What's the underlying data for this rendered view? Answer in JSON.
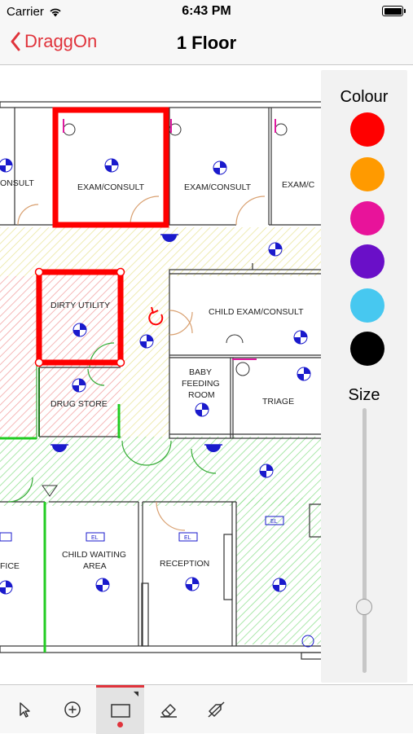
{
  "status": {
    "carrier": "Carrier",
    "time": "6:43 PM"
  },
  "nav": {
    "back_label": "DraggOn",
    "title": "1 Floor"
  },
  "panel": {
    "colour_label": "Colour",
    "size_label": "Size",
    "colours": [
      "#ff0000",
      "#ff9a00",
      "#e8139a",
      "#6a0fc8",
      "#47c8f0",
      "#000000"
    ],
    "size_value_fraction": 0.25
  },
  "plan": {
    "rooms": {
      "exam1": "ONSULT",
      "exam2": "EXAM/CONSULT",
      "exam3": "EXAM/CONSULT",
      "exam4": "EXAM/C",
      "dirty_utility": "DIRTY UTILITY",
      "child_exam": "CHILD EXAM/CONSULT",
      "baby1": "BABY",
      "baby2": "FEEDING",
      "baby3": "ROOM",
      "drug_store": "DRUG STORE",
      "triage": "TRIAGE",
      "office": "FICE",
      "child_wait1": "CHILD WAITING",
      "child_wait2": "AREA",
      "reception": "RECEPTION"
    },
    "el_tag": "EL"
  },
  "toolbar": {
    "tools": [
      "select-tool",
      "add-tool",
      "rectangle-tool",
      "eraser-tool",
      "hide-tool"
    ],
    "active": "rectangle-tool"
  }
}
